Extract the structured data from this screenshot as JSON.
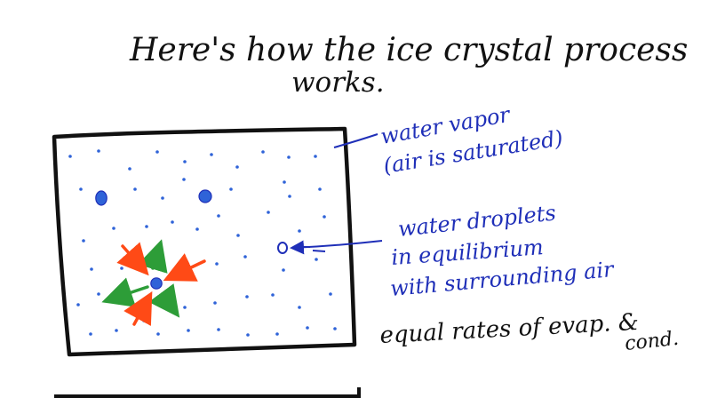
{
  "title_line1": "Here's how the ice crystal process",
  "title_line2": "works.",
  "labels": {
    "vapor_line1": "water vapor",
    "vapor_line2": "(air is saturated)",
    "droplets_line1": "water droplets",
    "droplets_line2": "in equilibrium",
    "droplets_line3": "with surrounding air",
    "equal_rates_line1": "equal rates of evap. &",
    "equal_rates_line2": "cond."
  },
  "colors": {
    "ink": "#111111",
    "blue_ink": "#1f2fb8",
    "droplet": "#2f63d8",
    "arrow_red": "#ff4a16",
    "arrow_green": "#2d9d38"
  }
}
